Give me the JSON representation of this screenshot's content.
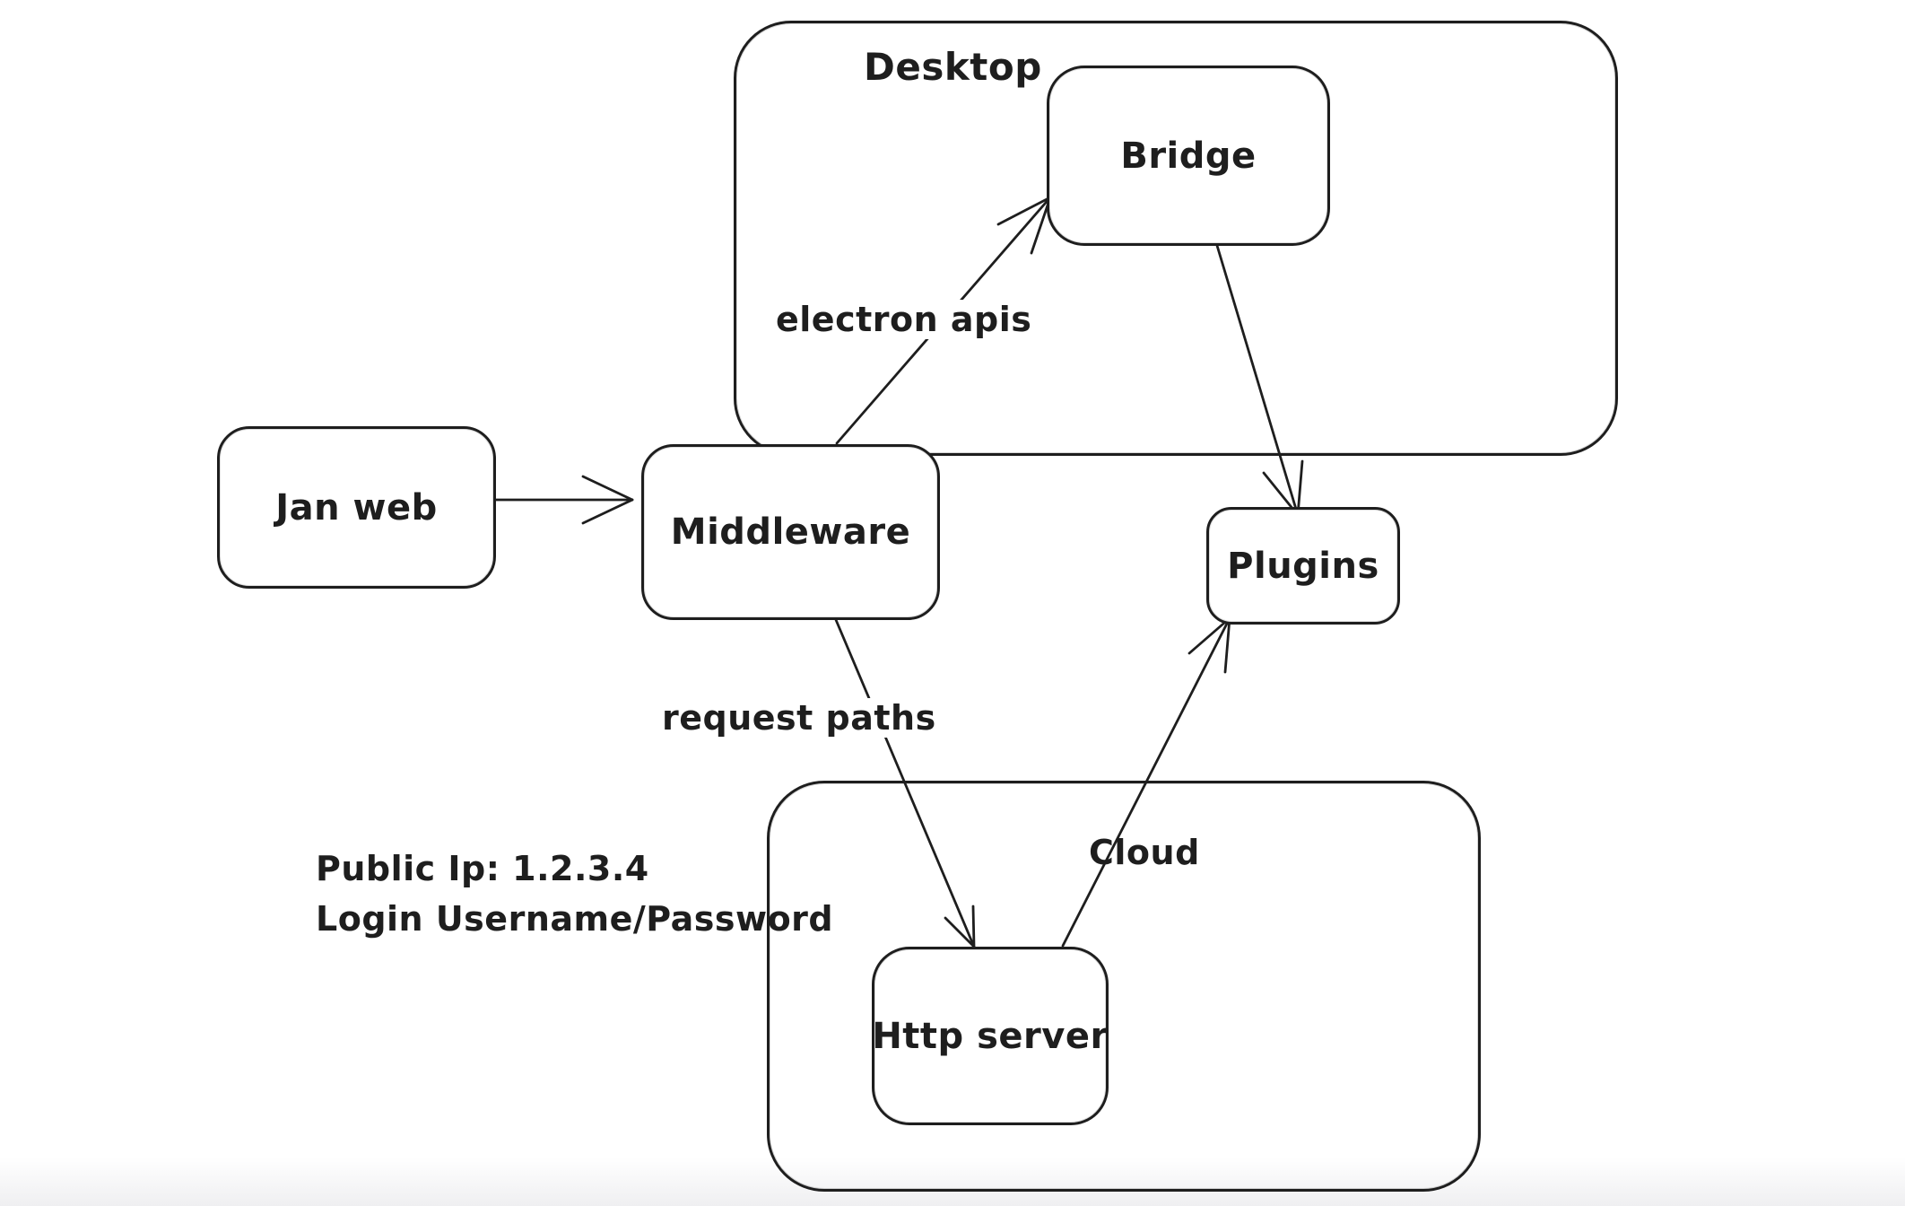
{
  "app": {
    "type": "whiteboard-architecture-diagram"
  },
  "colors": {
    "stroke": "#1e1e1e",
    "background": "#ffffff",
    "bottom_fade": "#efeff1"
  },
  "containers": {
    "desktop": {
      "label": "Desktop"
    },
    "cloud": {
      "label": "Cloud"
    }
  },
  "nodes": {
    "jan_web": {
      "label": "Jan web"
    },
    "middleware": {
      "label": "Middleware"
    },
    "bridge": {
      "label": "Bridge"
    },
    "plugins": {
      "label": "Plugins"
    },
    "http_server": {
      "label": "Http server"
    }
  },
  "edges": {
    "jan_web_to_middleware": {
      "from": "Jan web",
      "to": "Middleware",
      "label": ""
    },
    "middleware_to_bridge": {
      "from": "Middleware",
      "to": "Bridge",
      "label": "electron apis"
    },
    "bridge_to_plugins": {
      "from": "Bridge",
      "to": "Plugins",
      "label": ""
    },
    "middleware_to_http_server": {
      "from": "Middleware",
      "to": "Http server",
      "label": "request paths"
    },
    "http_server_to_plugins": {
      "from": "Http server",
      "to": "Plugins",
      "label": ""
    }
  },
  "annotations": {
    "public_ip": "Public Ip: 1.2.3.4",
    "login": "Login Username/Password"
  }
}
